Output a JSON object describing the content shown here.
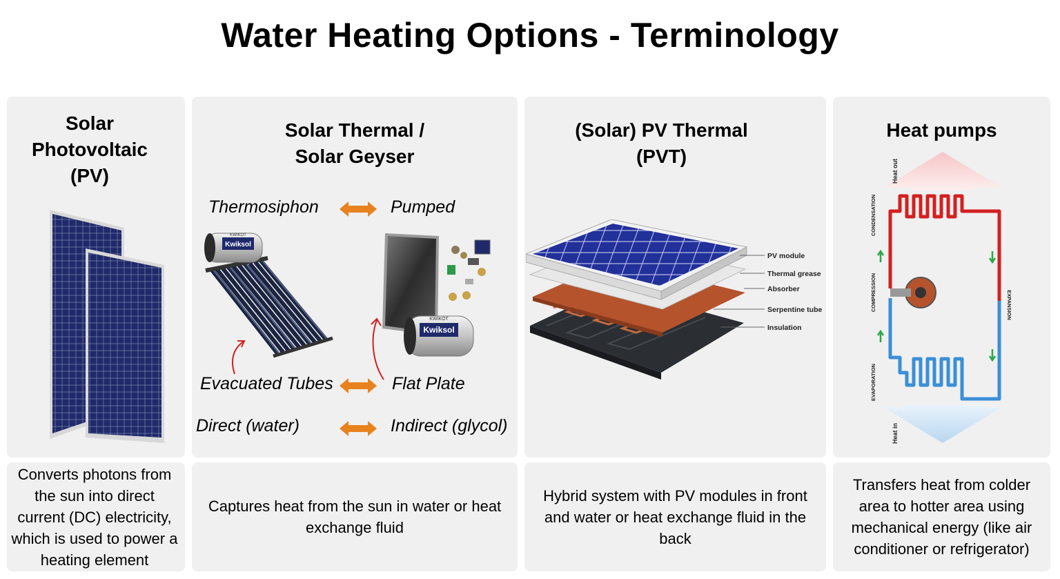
{
  "title": "Water Heating Options - Terminology",
  "columns": [
    {
      "heading_lines": [
        "Solar",
        "Photovoltaic",
        "(PV)"
      ],
      "description": "Converts photons from the sun into direct current (DC) electricity, which is used to power a heating element"
    },
    {
      "heading_lines": [
        "Solar Thermal /",
        "Solar Geyser"
      ],
      "options": [
        {
          "left": "Thermosiphon",
          "right": "Pumped"
        },
        {
          "left": "Evacuated Tubes",
          "right": "Flat Plate"
        },
        {
          "left": "Direct (water)",
          "right": "Indirect (glycol)"
        }
      ],
      "brand_text": "KWIKOT",
      "brand_logo": "Kwiksol",
      "description": "Captures heat from the sun in water or heat exchange fluid"
    },
    {
      "heading_lines": [
        "(Solar) PV Thermal",
        "(PVT)"
      ],
      "layers": [
        "PV module",
        "Thermal grease",
        "Absorber",
        "Serpentine tube",
        "Insulation"
      ],
      "description": "Hybrid system with PV modules in front and water or heat exchange fluid in the back"
    },
    {
      "heading_lines": [
        "Heat pumps"
      ],
      "labels": {
        "heat_out": "Heat out",
        "heat_in": "Heat in",
        "condensation": "CONDENSATION",
        "compression": "COMPRESSION",
        "evaporation": "EVAPORATION",
        "expansion": "EXPANSION"
      },
      "description": "Transfers heat from colder area to hotter area using mechanical energy (like air conditioner or refrigerator)"
    }
  ],
  "colors": {
    "panel_bg": "#f0f0f0",
    "arrow_orange": "#e8821e",
    "solar_cell_blue": "#1f2a6b",
    "hot_red": "#d42020",
    "cold_blue": "#3a8fd8",
    "copper": "#b5532c"
  }
}
